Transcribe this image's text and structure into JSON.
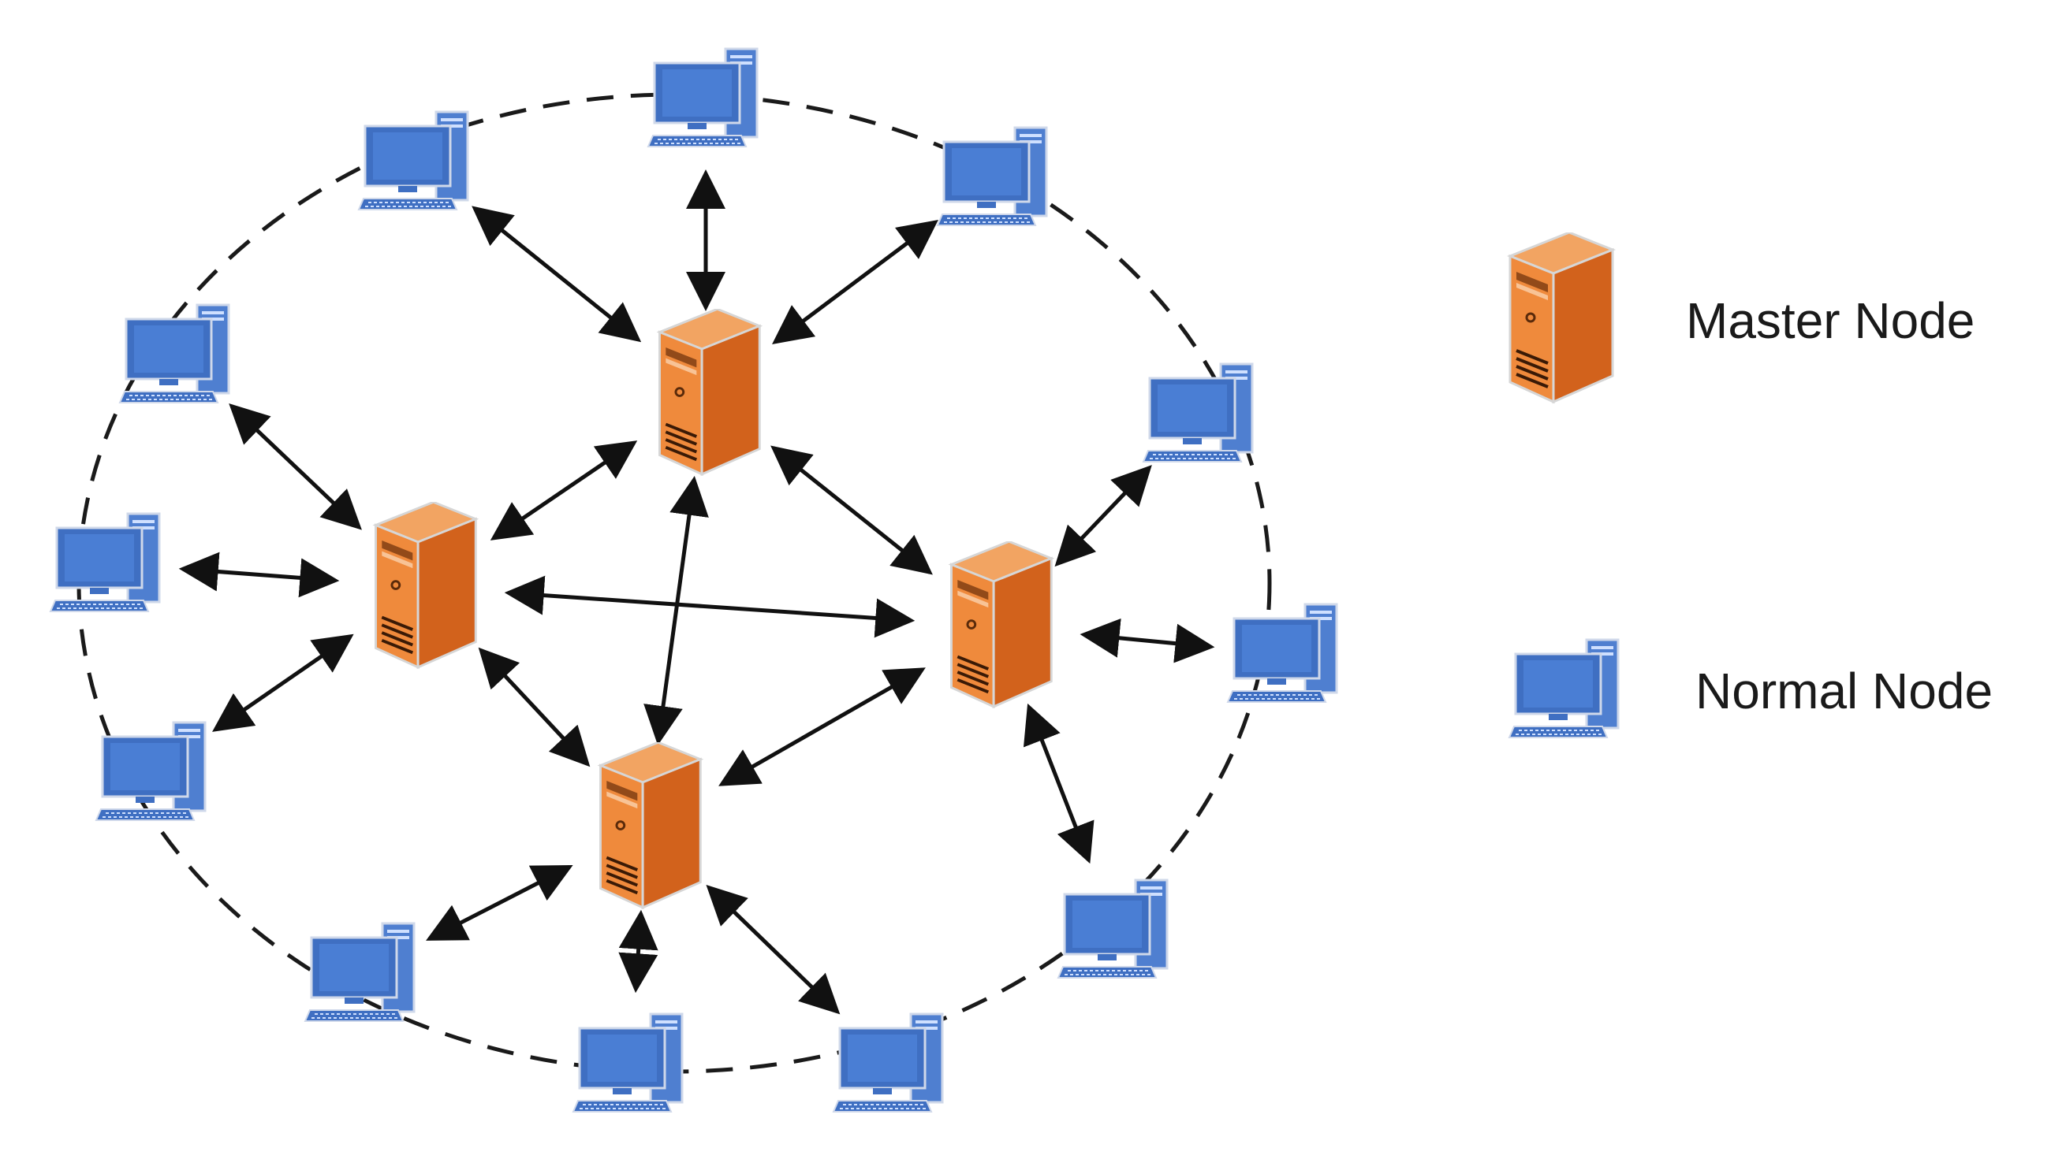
{
  "legend": {
    "master_label": "Master Node",
    "normal_label": "Normal Node"
  },
  "colors": {
    "master_body": "#e8722a",
    "master_top": "#f2a462",
    "master_side": "#c85a16",
    "normal_screen": "#4a78c9",
    "normal_frame": "#3a67b8",
    "normal_tower": "#5b86d1",
    "ring_dash": "#1a1a1a",
    "arrow": "#111111"
  },
  "nodes": {
    "masters": [
      "master-top",
      "master-left",
      "master-right",
      "master-bottom"
    ],
    "normals": [
      "n-top",
      "n-top-left",
      "n-top-right",
      "n-left-upper",
      "n-right-upper",
      "n-left-mid",
      "n-right-mid",
      "n-left-lower",
      "n-right-lower",
      "n-bottom-left",
      "n-bottom-mid",
      "n-bottom-right"
    ]
  },
  "edges": [
    [
      "master-top",
      "master-left"
    ],
    [
      "master-top",
      "master-right"
    ],
    [
      "master-top",
      "master-bottom"
    ],
    [
      "master-left",
      "master-right"
    ],
    [
      "master-left",
      "master-bottom"
    ],
    [
      "master-right",
      "master-bottom"
    ],
    [
      "master-top",
      "n-top"
    ],
    [
      "master-top",
      "n-top-left"
    ],
    [
      "master-top",
      "n-top-right"
    ],
    [
      "master-left",
      "n-left-upper"
    ],
    [
      "master-left",
      "n-left-mid"
    ],
    [
      "master-left",
      "n-left-lower"
    ],
    [
      "master-right",
      "n-right-upper"
    ],
    [
      "master-right",
      "n-right-mid"
    ],
    [
      "master-right",
      "n-right-lower"
    ],
    [
      "master-bottom",
      "n-bottom-left"
    ],
    [
      "master-bottom",
      "n-bottom-mid"
    ],
    [
      "master-bottom",
      "n-bottom-right"
    ]
  ]
}
